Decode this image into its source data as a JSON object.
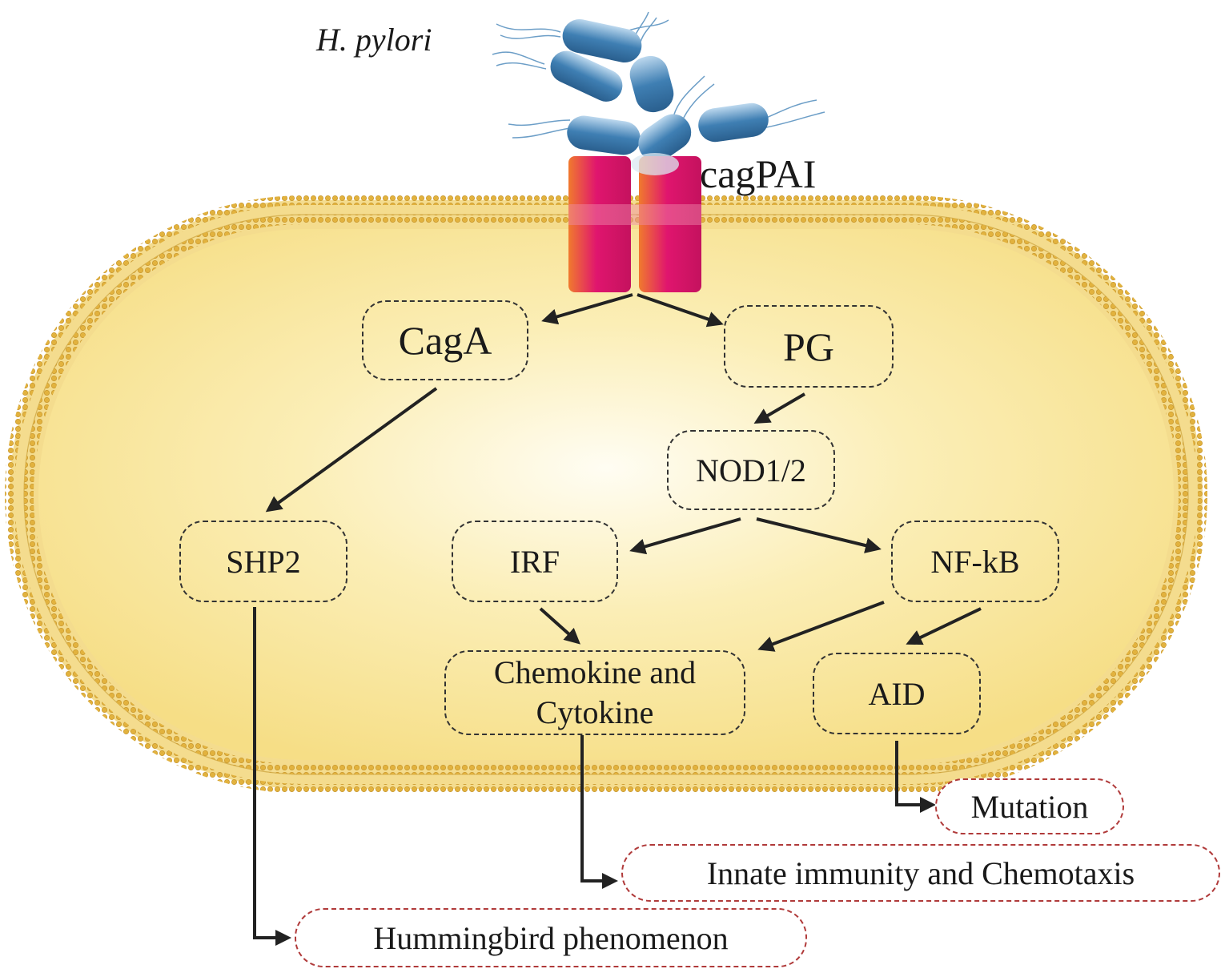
{
  "organism": "H. pylori",
  "secretion_system": "cagPAI",
  "nodes": {
    "caga": "CagA",
    "pg": "PG",
    "nod": "NOD1/2",
    "shp2": "SHP2",
    "irf": "IRF",
    "nfkb": "NF-kB",
    "chemokine_line1": "Chemokine and",
    "chemokine_line2": "Cytokine",
    "aid": "AID"
  },
  "outcomes": {
    "mutation": "Mutation",
    "innate": "Innate immunity and Chemotaxis",
    "hummingbird": "Hummingbird phenomenon"
  },
  "colors": {
    "cell_fill": "#f8e38f",
    "membrane": "#d9ad3a",
    "channel": "#e0156e",
    "bacteria": "#4a88b8",
    "arrow": "#222222",
    "outcome_border": "#b03a3a"
  }
}
